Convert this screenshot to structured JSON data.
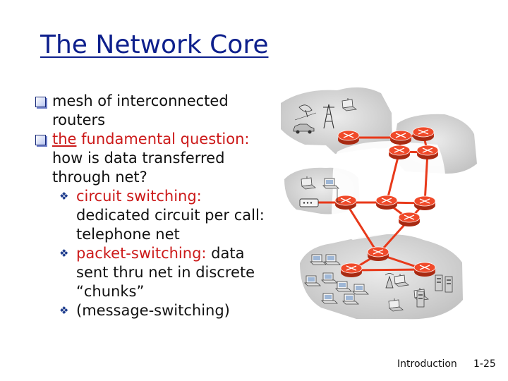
{
  "slide": {
    "title": "The Network Core",
    "bullets": [
      {
        "prefix": "",
        "red": "",
        "text": "mesh of interconnected routers"
      },
      {
        "prefix": "the",
        "red": " fundamental question:",
        "text": " how is data transferred through net?"
      }
    ],
    "sub_bullets": [
      {
        "red": "circuit switching:",
        "text": " dedicated circuit per call: telephone net"
      },
      {
        "red": "packet-switching:",
        "text": " data sent thru net in discrete “chunks”"
      },
      {
        "red": "",
        "text": "(message-switching)"
      }
    ],
    "icons": {
      "bullet_level1": "checkbox-square-icon",
      "bullet_level2": "diamond-dots-icon"
    },
    "colors": {
      "title": "#0d1f8c",
      "emphasis": "#cc1a1a",
      "router_link": "#e8391a",
      "network_cloud": "#d3d3d3"
    }
  },
  "footer": {
    "section": "Introduction",
    "page": "1-25"
  }
}
